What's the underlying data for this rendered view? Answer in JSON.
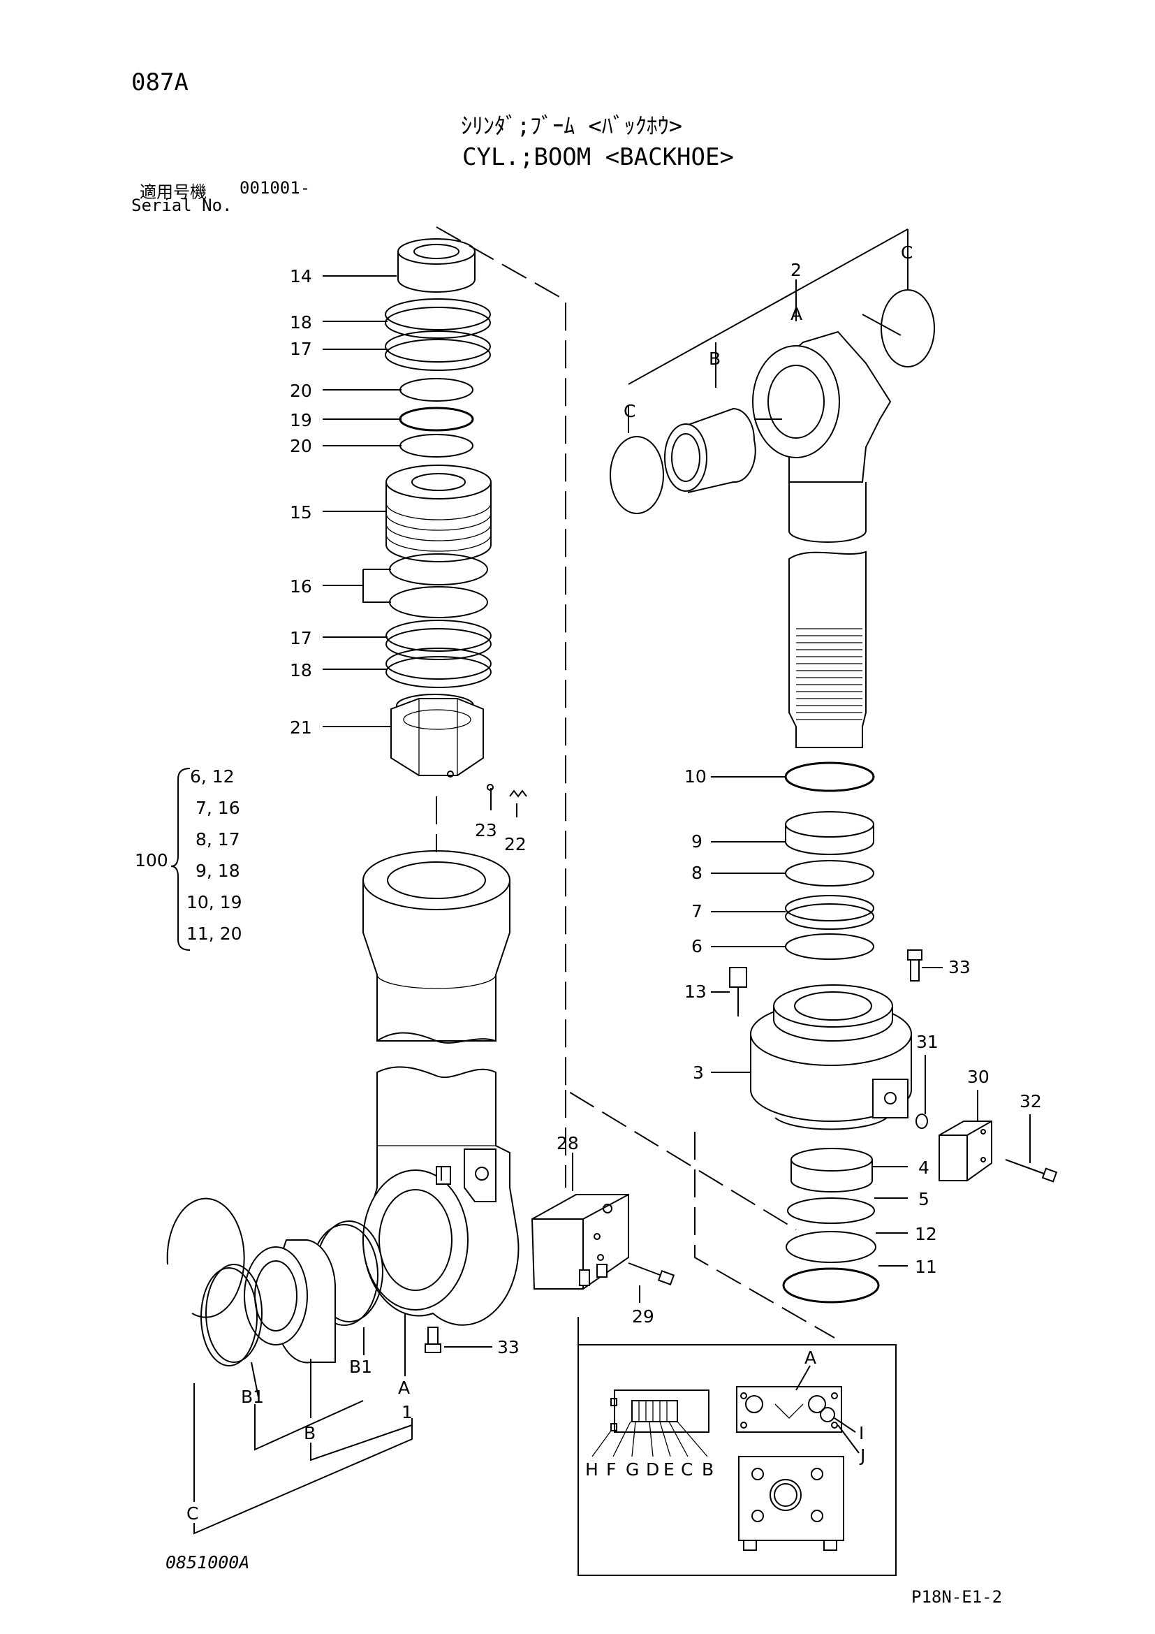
{
  "header": {
    "page_code": "087A",
    "title_jp": "ｼﾘﾝﾀﾞ;ﾌﾞｰﾑ <ﾊﾞｯｸﾎｳ>",
    "title_en": "CYL.;BOOM <BACKHOE>",
    "serial_label_jp": "適用号機",
    "serial_value": "001001-",
    "serial_label_en": "Serial No."
  },
  "parts_left": {
    "p14": "14",
    "p18a": "18",
    "p17a": "17",
    "p20a": "20",
    "p19": "19",
    "p20b": "20",
    "p15": "15",
    "p16": "16",
    "p17b": "17",
    "p18b": "18",
    "p21": "21",
    "p23": "23",
    "p22": "22",
    "p28": "28",
    "p29": "29",
    "p33": "33",
    "B1a": "B1",
    "B1b": "B1",
    "A": "A",
    "B": "B",
    "C": "C",
    "one": "1"
  },
  "kit_100": {
    "label": "100",
    "rows": [
      "6, 12",
      "7, 16",
      "8, 17",
      "9, 18",
      "10, 19",
      "11, 20"
    ]
  },
  "parts_right": {
    "p2": "2",
    "A": "A",
    "B": "B",
    "Ca": "C",
    "Cb": "C",
    "p10": "10",
    "p9": "9",
    "p8": "8",
    "p7": "7",
    "p6": "6",
    "p13": "13",
    "p33": "33",
    "p3": "3",
    "p31": "31",
    "p30": "30",
    "p32": "32",
    "p4": "4",
    "p5": "5",
    "p12": "12",
    "p11": "11"
  },
  "detail_inset": {
    "A": "A",
    "letters": [
      "H",
      "F",
      "G",
      "D",
      "E",
      "C",
      "B"
    ],
    "I": "I",
    "J": "J"
  },
  "footer": {
    "drawing_no": "0851000A",
    "page_ref": "P18N-E1-2"
  }
}
